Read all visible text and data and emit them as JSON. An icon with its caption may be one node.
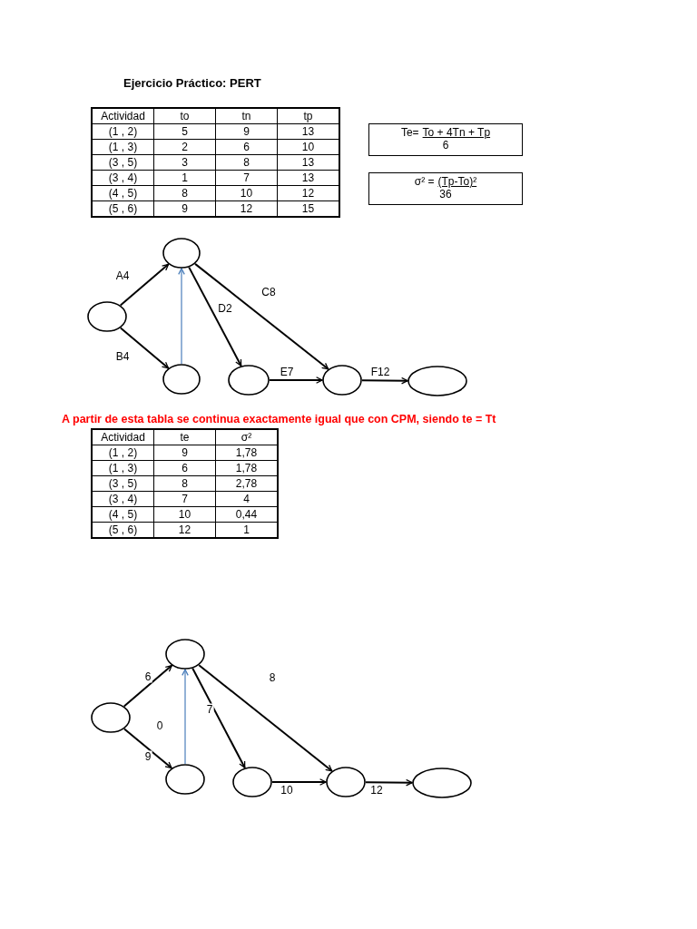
{
  "diagram": {
    "title": "Ejercicio Práctico: PERT",
    "nodes": [
      {
        "text": [
          "Te=",
          "To + 4Tn + Tp",
          "6"
        ]
      },
      {
        "text": [
          "σ² =",
          "(Tp-To)²",
          "36"
        ]
      },
      {
        "text": [],
        "shape": "circle"
      },
      {
        "text": [],
        "shape": "circle"
      },
      {
        "text": [],
        "shape": "circle"
      },
      {
        "text": [],
        "shape": "circle"
      },
      {
        "text": [],
        "shape": "circle"
      },
      {
        "text": [],
        "shape": "circle"
      },
      {
        "text": [],
        "shape": "circle"
      },
      {
        "text": [],
        "shape": "circle"
      },
      {
        "text": [],
        "shape": "circle"
      },
      {
        "text": [],
        "shape": "circle"
      },
      {
        "text": [],
        "shape": "circle"
      },
      {
        "text": [],
        "shape": "circle"
      }
    ],
    "edges": [
      {
        "from": 2,
        "to": 3,
        "arrow": "to",
        "label": "A4"
      },
      {
        "from": 2,
        "to": 4,
        "arrow": "to",
        "label": "B4"
      },
      {
        "from": 4,
        "to": 3,
        "arrow": "to",
        "color": "#4a7ebb"
      },
      {
        "from": 3,
        "to": 5,
        "arrow": "to",
        "label": "D2"
      },
      {
        "from": 3,
        "to": 6,
        "arrow": "to",
        "label": "C8"
      },
      {
        "from": 5,
        "to": 6,
        "arrow": "to",
        "label": "E7"
      },
      {
        "from": 6,
        "to": 7,
        "arrow": "to",
        "label": "F12"
      },
      {
        "from": 8,
        "to": 9,
        "arrow": "to",
        "label": "6"
      },
      {
        "from": 8,
        "to": 10,
        "arrow": "to",
        "label": "9"
      },
      {
        "from": 10,
        "to": 9,
        "arrow": "to",
        "label": "0",
        "color": "#4a7ebb"
      },
      {
        "from": 9,
        "to": 11,
        "arrow": "to",
        "label": "7"
      },
      {
        "from": 9,
        "to": 12,
        "arrow": "to",
        "label": "8"
      },
      {
        "from": 11,
        "to": 12,
        "arrow": "to",
        "label": "10"
      },
      {
        "from": 12,
        "to": 13,
        "arrow": "to",
        "label": "12"
      }
    ],
    "labels": [
      "Actividad",
      "to",
      "tn",
      "tp",
      "(1 , 2)",
      "5",
      "9",
      "13",
      "(1 , 3)",
      "2",
      "6",
      "10",
      "(3 , 5)",
      "3",
      "8",
      "13",
      "(3 , 4)",
      "1",
      "7",
      "13",
      "(4 , 5)",
      "8",
      "10",
      "12",
      "(5 , 6)",
      "9",
      "12",
      "15",
      "A partir de esta tabla se continua exactamente igual que con CPM, siendo te = Tt",
      "Actividad",
      "te",
      "σ²",
      "(1 , 2)",
      "9",
      "1,78",
      "(1 , 3)",
      "6",
      "1,78",
      "(3 , 5)",
      "8",
      "2,78",
      "(3 , 4)",
      "7",
      "4",
      "(4 , 5)",
      "10",
      "0,44",
      "(5 , 6)",
      "12",
      "1"
    ]
  }
}
